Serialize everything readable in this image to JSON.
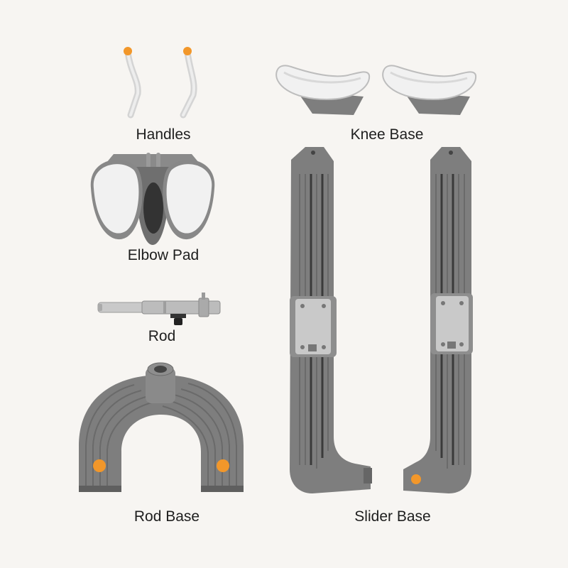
{
  "parts": {
    "handles": "Handles",
    "knee_base": "Knee Base",
    "elbow_pad": "Elbow Pad",
    "rod": "Rod",
    "rod_base": "Rod Base",
    "slider_base": "Slider Base"
  },
  "colors": {
    "background": "#f7f5f2",
    "gray": "#7e7e7e",
    "dark_gray": "#5f5f5f",
    "pad_white": "#f1f1f1",
    "accent_orange": "#f2972a",
    "metal": "#c9c9c9"
  }
}
